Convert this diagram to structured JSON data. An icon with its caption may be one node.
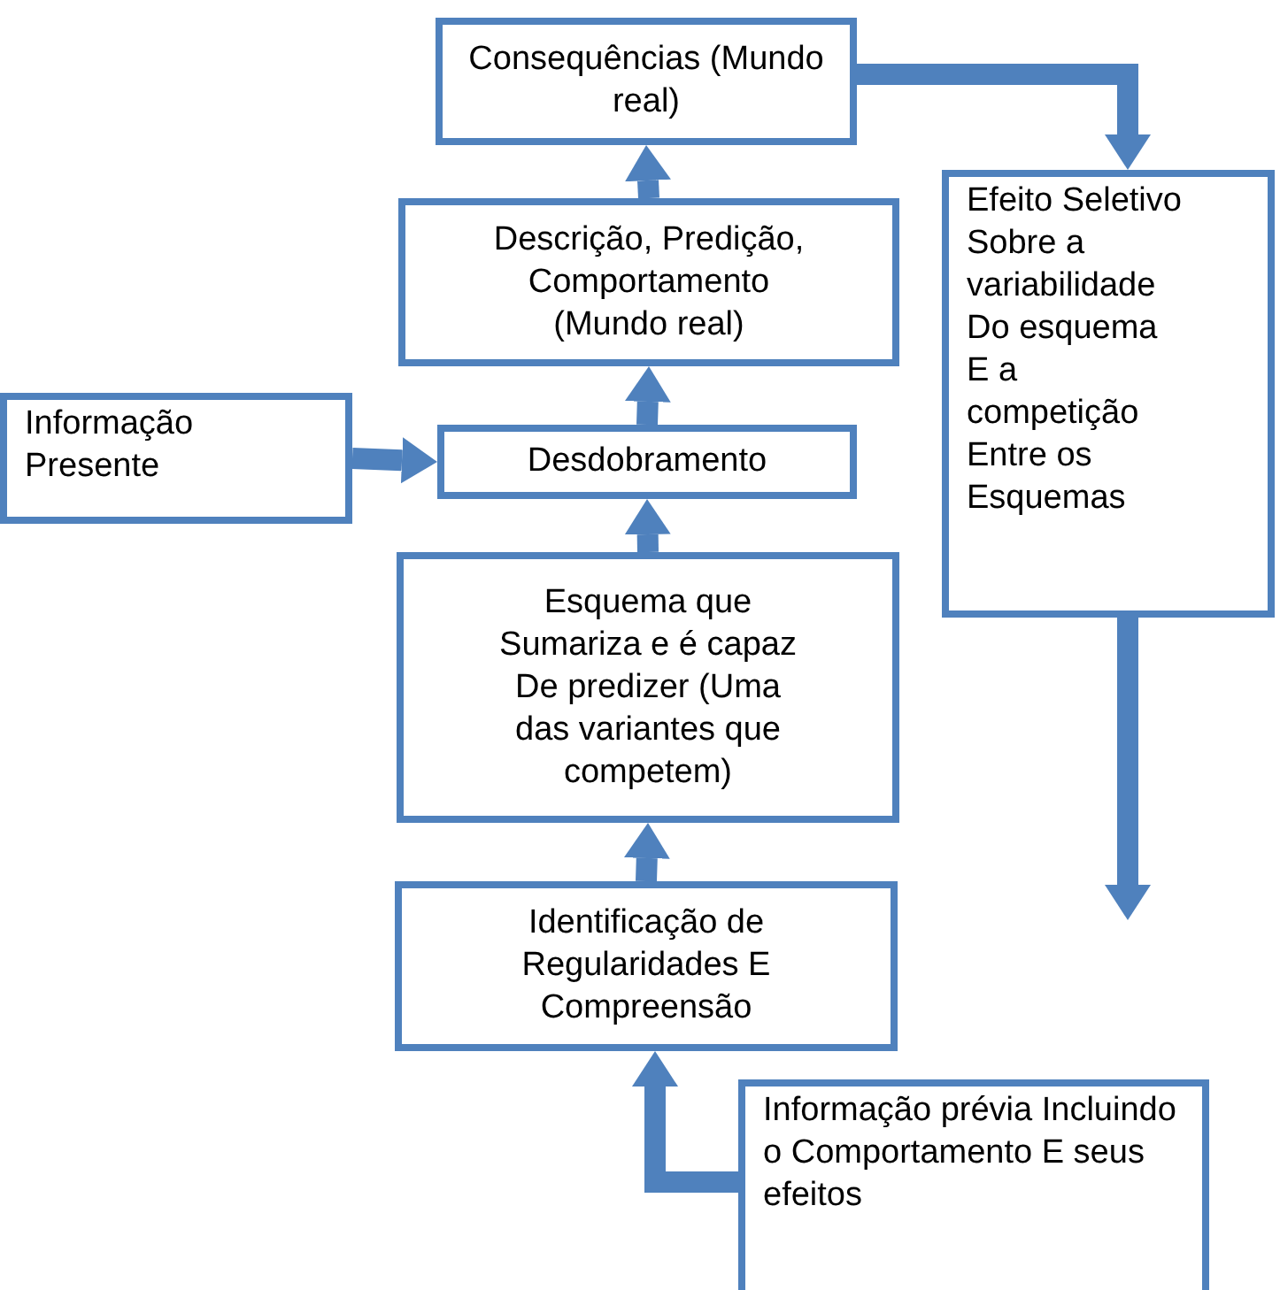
{
  "diagram": {
    "nodes": [
      {
        "text": [
          "Consequências (Mundo real)"
        ]
      },
      {
        "text": [
          "Descrição, Predição, Comportamento (Mundo real)"
        ]
      },
      {
        "text": [
          "Informação Presente"
        ]
      },
      {
        "text": [
          "Desdobramento"
        ]
      },
      {
        "text": [
          "Esquema que Sumariza e é capaz De predizer (Uma das variantes que competem)"
        ]
      },
      {
        "text": [
          "Identificação de Regularidades E Compreensão"
        ]
      },
      {
        "text": [
          "Efeito Seletivo Sobre a variabilidade Do esquema E a competição Entre os Esquemas"
        ]
      },
      {
        "text": [
          "Informação prévia Incluindo o Comportamento E seus efeitos"
        ]
      }
    ],
    "edges": [
      {
        "from": 5,
        "to": 4,
        "arrow": "to"
      },
      {
        "from": 4,
        "to": 3,
        "arrow": "to"
      },
      {
        "from": 3,
        "to": 1,
        "arrow": "to"
      },
      {
        "from": 1,
        "to": 0,
        "arrow": "to"
      },
      {
        "from": 2,
        "to": 3,
        "arrow": "to"
      },
      {
        "from": 0,
        "to": 6,
        "arrow": "to"
      },
      {
        "from": 6,
        "to": null,
        "arrow": "to"
      },
      {
        "from": 7,
        "to": 5,
        "arrow": "to"
      }
    ]
  }
}
